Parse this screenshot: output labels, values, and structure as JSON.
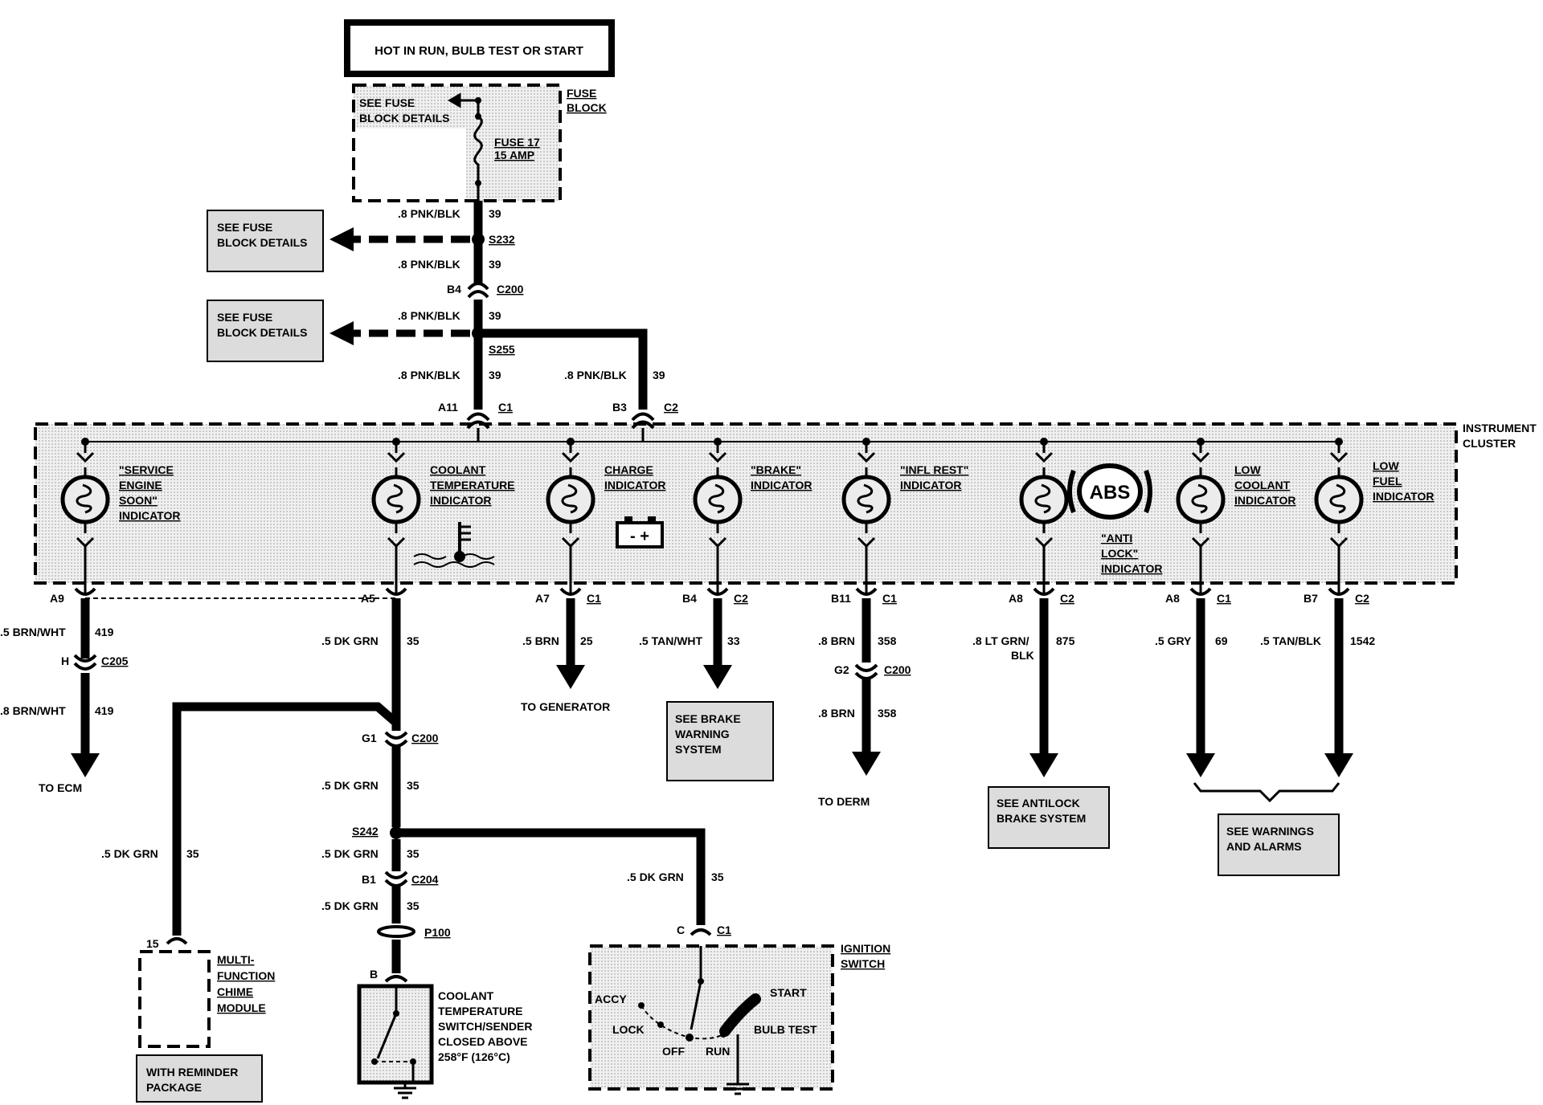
{
  "header_box": "HOT IN RUN, BULB TEST OR START",
  "fuse_block": {
    "label_line1": "FUSE",
    "label_line2": "BLOCK",
    "see_details_line1": "SEE FUSE",
    "see_details_line2": "BLOCK DETAILS",
    "fuse_line1": "FUSE 17",
    "fuse_line2": "15 AMP"
  },
  "feed": {
    "wire_color": ".8 PNK/BLK",
    "circuit": "39",
    "splice_1": "S232",
    "splice_2": "S255",
    "connector_pin": "B4",
    "connector": "C200",
    "see_details_line1": "SEE FUSE",
    "see_details_line2": "BLOCK DETAILS"
  },
  "cluster": {
    "label_line1": "INSTRUMENT",
    "label_line2": "CLUSTER",
    "input_1_pin": "A11",
    "input_1_conn": "C1",
    "input_2_pin": "B3",
    "input_2_conn": "C2",
    "indicators": [
      {
        "lines": [
          "\"SERVICE",
          "ENGINE",
          "SOON\"",
          "INDICATOR"
        ],
        "pin": "A9",
        "conn": ""
      },
      {
        "lines": [
          "COOLANT",
          "TEMPERATURE",
          "INDICATOR"
        ],
        "pin": "A5",
        "conn": ""
      },
      {
        "lines": [
          "CHARGE",
          "INDICATOR"
        ],
        "pin": "A7",
        "conn": "C1"
      },
      {
        "lines": [
          "\"BRAKE\"",
          "INDICATOR"
        ],
        "pin": "B4",
        "conn": "C2"
      },
      {
        "lines": [
          "\"INFL REST\"",
          "INDICATOR"
        ],
        "pin": "B11",
        "conn": "C1"
      },
      {
        "lines": [
          "\"ANTI",
          "LOCK\"",
          "INDICATOR"
        ],
        "pin": "A8",
        "conn": "C2"
      },
      {
        "lines": [
          "LOW",
          "COOLANT",
          "INDICATOR"
        ],
        "pin": "A8",
        "conn": "C1"
      },
      {
        "lines": [
          "LOW",
          "FUEL",
          "INDICATOR"
        ],
        "pin": "B7",
        "conn": "C2"
      }
    ],
    "abs_badge": "ABS",
    "battery_symbol": "- +"
  },
  "outputs": {
    "ses_wire_1": ".5 BRN/WHT",
    "ses_circuit": "419",
    "ses_conn_pin": "H",
    "ses_conn": "C205",
    "ses_wire_2": ".8 BRN/WHT",
    "ses_dest": "TO ECM",
    "coolant_wire": ".5 DK GRN",
    "coolant_circuit": "35",
    "charge_wire": ".5 BRN",
    "charge_circuit": "25",
    "charge_dest": "TO GENERATOR",
    "brake_wire": ".5 TAN/WHT",
    "brake_circuit": "33",
    "brake_ref_lines": [
      "SEE BRAKE",
      "WARNING",
      "SYSTEM"
    ],
    "infl_wire": ".8 BRN",
    "infl_circuit": "358",
    "infl_conn_pin": "G2",
    "infl_conn": "C200",
    "infl_dest": "TO DERM",
    "abs_wire_1": ".8 LT GRN/",
    "abs_wire_2": "BLK",
    "abs_circuit": "875",
    "abs_ref_lines": [
      "SEE ANTILOCK",
      "BRAKE SYSTEM"
    ],
    "lowcool_wire": ".5 GRY",
    "lowcool_circuit": "69",
    "lowfuel_wire": ".5 TAN/BLK",
    "lowfuel_circuit": "1542",
    "warn_ref_lines": [
      "SEE WARNINGS",
      "AND ALARMS"
    ]
  },
  "coolant_branch": {
    "g1_pin": "G1",
    "g1_conn": "C200",
    "splice": "S242",
    "b1_pin": "B1",
    "b1_conn": "C204",
    "passthru": "P100",
    "b_pin": "B",
    "switch_lines": [
      "COOLANT",
      "TEMPERATURE",
      "SWITCH/SENDER",
      "CLOSED ABOVE",
      "258°F (126°C)"
    ],
    "chime_pin": "15",
    "chime_lines": [
      "MULTI-",
      "FUNCTION",
      "CHIME",
      "MODULE"
    ],
    "reminder_lines": [
      "WITH REMINDER",
      "PACKAGE"
    ]
  },
  "ignition": {
    "pin": "C",
    "conn": "C1",
    "label_line1": "IGNITION",
    "label_line2": "SWITCH",
    "positions": {
      "accy": "ACCY",
      "lock": "LOCK",
      "off": "OFF",
      "run": "RUN",
      "start": "START",
      "bulb_test": "BULB TEST"
    }
  }
}
